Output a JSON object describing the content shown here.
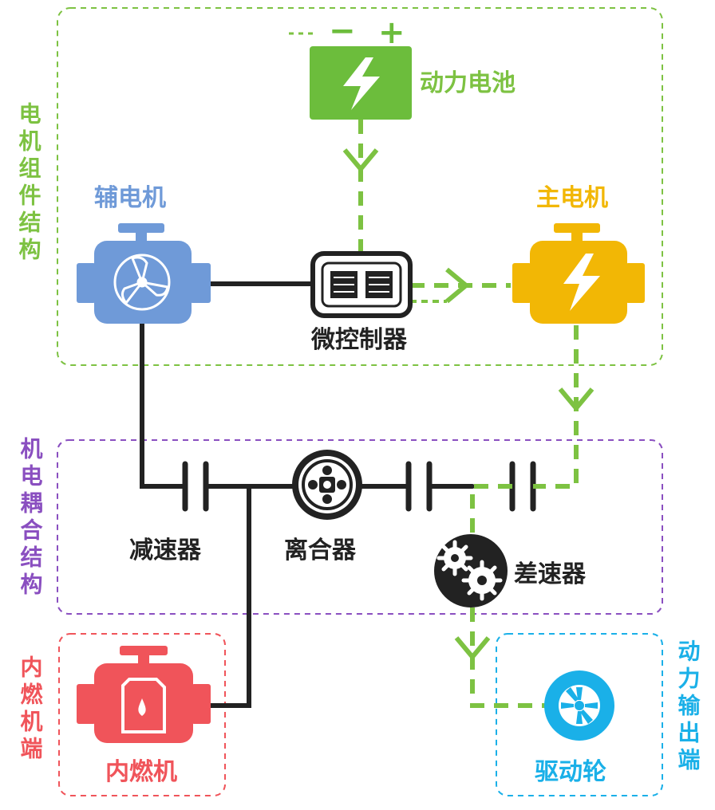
{
  "groups": {
    "motor_assembly": {
      "label": "电机组件结构",
      "color": "#7dc242"
    },
    "coupling": {
      "label": "机电耦合结构",
      "color": "#8a4fc0"
    },
    "engine_end": {
      "label": "内燃机端",
      "color": "#f0545a"
    },
    "output_end": {
      "label": "动力输出端",
      "color": "#1ab0e8"
    }
  },
  "components": {
    "battery": {
      "label": "动力电池",
      "color": "#6cbd3c",
      "minus": "−",
      "plus": "+"
    },
    "aux_motor": {
      "label": "辅电机",
      "color": "#6f9ad8"
    },
    "main_motor": {
      "label": "主电机",
      "color": "#f2b705"
    },
    "controller": {
      "label": "微控制器",
      "color": "#222222"
    },
    "reducer": {
      "label": "减速器"
    },
    "clutch": {
      "label": "离合器"
    },
    "differential": {
      "label": "差速器"
    },
    "engine": {
      "label": "内燃机",
      "color": "#f0545a"
    },
    "wheel": {
      "label": "驱动轮",
      "color": "#1ab0e8"
    }
  },
  "colors": {
    "mech_line": "#222222",
    "electric_line": "#7dc242"
  }
}
